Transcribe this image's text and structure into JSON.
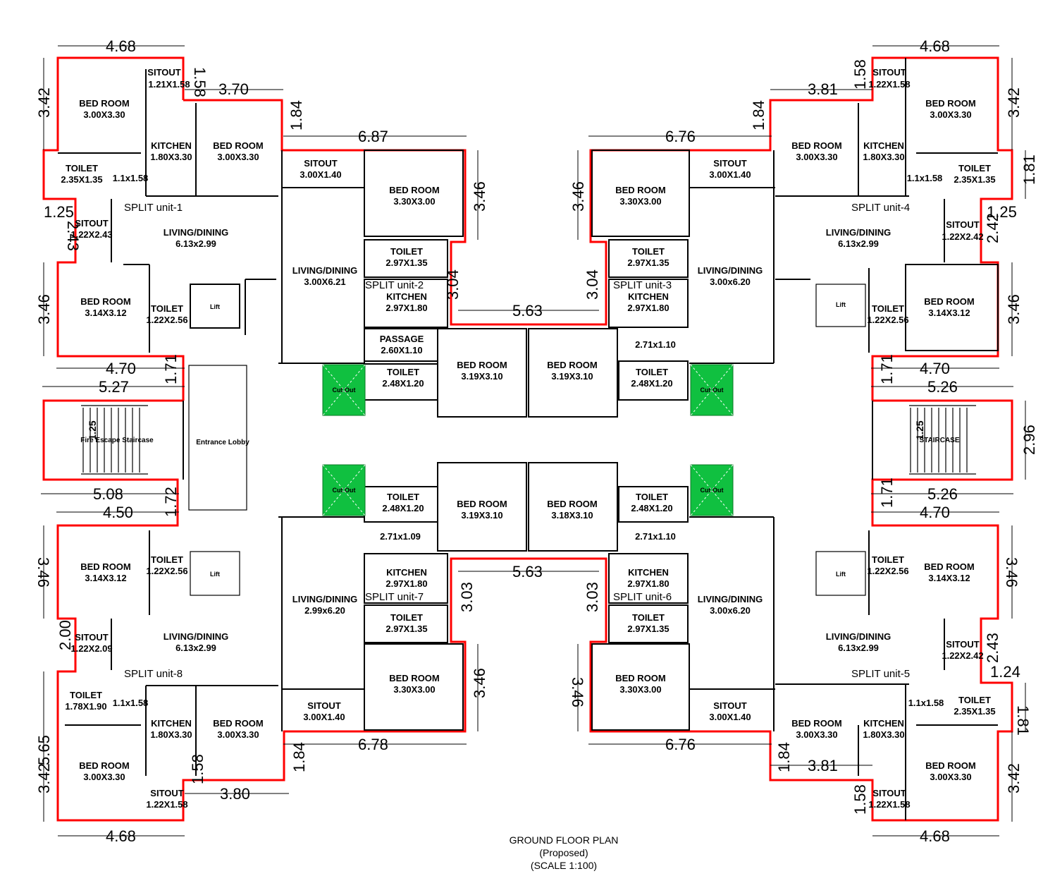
{
  "plan": {
    "title": "GROUND FLOOR PLAN",
    "subtitle": "(Proposed)",
    "scale": "(SCALE 1:100)"
  },
  "units": {
    "u1": "SPLIT  unit-1",
    "u2": "SPLIT  unit-2",
    "u3": "SPLIT  unit-3",
    "u4": "SPLIT  unit-4",
    "u5": "SPLIT  unit-5",
    "u6": "SPLIT  unit-6",
    "u7": "SPLIT  unit-7",
    "u8": "SPLIT  unit-8"
  },
  "common": {
    "lift": "Lift",
    "fire_escape": "Fire Escape  Staircase",
    "staircase": "STAIRCASE",
    "entrance_lobby": "Entrance Lobby",
    "cutout": "Cut Out",
    "passage": "PASSAGE",
    "passage_size": "2.60X1.10"
  },
  "rooms": {
    "bed_room": "BED ROOM",
    "kitchen": "KITCHEN",
    "toilet": "TOILET",
    "sitout": "SITOUT",
    "living": "LIVING/DINING"
  },
  "sizes": {
    "s300x330": "3.00X3.30",
    "s180x330": "1.80X3.30",
    "s235x135": "2.35X1.35",
    "s1x158": "1.1x1.58",
    "s122x243": "1.22X2.43",
    "s122x242": "1.22X2.42",
    "s613x299": "6.13x2.99",
    "s314x312": "3.14X3.12",
    "s122x256": "1.22X2.56",
    "s121x158": "1.21X1.58",
    "s122x158": "1.22X1.58",
    "s300x140": "3.00X1.40",
    "s330x300": "3.30X3.00",
    "s297x135": "2.97X1.35",
    "s297x180": "2.97X1.80",
    "s300x621": "3.00X6.21",
    "s300x620": "3.00x6.20",
    "s299x620": "2.99x6.20",
    "s248x120": "2.48X1.20",
    "s319x310": "3.19X3.10",
    "s318x310": "3.18X3.10",
    "s271x110": "2.71x1.10",
    "s271x109": "2.71x1.09",
    "s122x209": "1.22X2.09",
    "s178x190": "1.78X1.90"
  },
  "dims": {
    "d468": "4.68",
    "d342": "3.42",
    "d370": "3.70",
    "d158": "1.58",
    "d184": "1.84",
    "d687": "6.87",
    "d676": "6.76",
    "d678": "6.78",
    "d346": "3.46",
    "d381": "3.81",
    "d380": "3.80",
    "d181": "1.81",
    "d125": "1.25",
    "d124": "1.24",
    "d243": "2.43",
    "d242": "2.42",
    "d304": "3.04",
    "d303": "3.03",
    "d563": "5.63",
    "d470": "4.70",
    "d450": "4.50",
    "d171": "1.71",
    "d172": "1.72",
    "d527": "5.27",
    "d526": "5.26",
    "d508": "5.08",
    "d296": "2.96",
    "d200": "2.00",
    "d565": "5.65"
  }
}
